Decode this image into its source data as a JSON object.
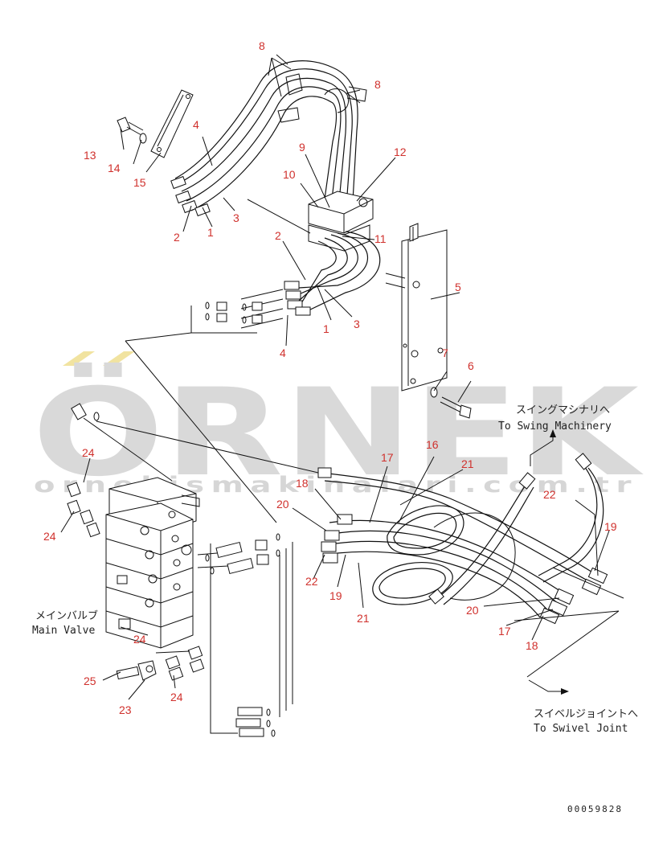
{
  "watermark": {
    "brand": "ÖRNEK",
    "url": "ornekismakinalari.com.tr",
    "accent_color": "#f1e3a0",
    "text_color": "#d9d9d9"
  },
  "callout_color": "#d0312d",
  "callouts": [
    {
      "label": "8"
    },
    {
      "label": "8"
    },
    {
      "label": "4"
    },
    {
      "label": "13"
    },
    {
      "label": "14"
    },
    {
      "label": "15"
    },
    {
      "label": "9"
    },
    {
      "label": "10"
    },
    {
      "label": "12"
    },
    {
      "label": "2"
    },
    {
      "label": "1"
    },
    {
      "label": "3"
    },
    {
      "label": "2"
    },
    {
      "label": "11"
    },
    {
      "label": "5"
    },
    {
      "label": "1"
    },
    {
      "label": "3"
    },
    {
      "label": "4"
    },
    {
      "label": "7"
    },
    {
      "label": "6"
    },
    {
      "label": "16"
    },
    {
      "label": "17"
    },
    {
      "label": "21"
    },
    {
      "label": "22"
    },
    {
      "label": "19"
    },
    {
      "label": "24"
    },
    {
      "label": "18"
    },
    {
      "label": "20"
    },
    {
      "label": "24"
    },
    {
      "label": "22"
    },
    {
      "label": "19"
    },
    {
      "label": "21"
    },
    {
      "label": "20"
    },
    {
      "label": "17"
    },
    {
      "label": "18"
    },
    {
      "label": "24"
    },
    {
      "label": "25"
    },
    {
      "label": "24"
    },
    {
      "label": "23"
    }
  ],
  "notes": {
    "swing_jp": "スイングマシナリへ",
    "swing_en": "To Swing Machinery",
    "main_valve_jp": "メインバルブ",
    "main_valve_en": "Main Valve",
    "swivel_jp": "スイベルジョイントへ",
    "swivel_en": "To Swivel Joint"
  },
  "document_number": "00059828"
}
